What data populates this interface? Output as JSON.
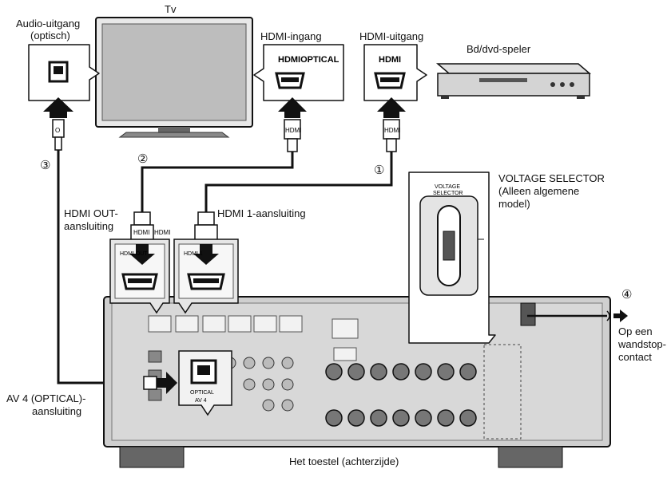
{
  "labels": {
    "tv": "Tv",
    "audio_out_line1": "Audio-uitgang",
    "audio_out_line2": "(optisch)",
    "hdmi_in": "HDMI-ingang",
    "hdmi_out": "HDMI-uitgang",
    "player": "Bd/dvd-speler",
    "tv_port_text": "HDMIOPTICAL",
    "player_port_text": "HDMI",
    "plug_text": "HDMI",
    "optical_plug_text": "O",
    "hdmi_out_conn_line1": "HDMI OUT-",
    "hdmi_out_conn_line2": "aansluiting",
    "hdmi1_conn": "HDMI 1-aansluiting",
    "voltage_line1": "VOLTAGE SELECTOR",
    "voltage_line2": "(Alleen algemene",
    "voltage_line3": "model)",
    "voltage_panel_title_1": "VOLTAGE",
    "voltage_panel_title_2": "SELECTOR",
    "av4_line1": "AV 4 (OPTICAL)-",
    "av4_line2": "aansluiting",
    "wall_line1": "Op een",
    "wall_line2": "wandstop-",
    "wall_line3": "contact",
    "unit": "Het toestel (achterzijde)",
    "zoom_hdmi_out": "HDMI OUT",
    "zoom_hdmi1": "HDMI 1",
    "zoom_optical": "OPTICAL",
    "zoom_av4": "AV 4",
    "num1": "①",
    "num2": "②",
    "num3": "③",
    "num4": "④"
  },
  "colors": {
    "line": "#111111",
    "panel_gray": "#d9d9d9",
    "rear_gray": "#c8c8c8"
  }
}
